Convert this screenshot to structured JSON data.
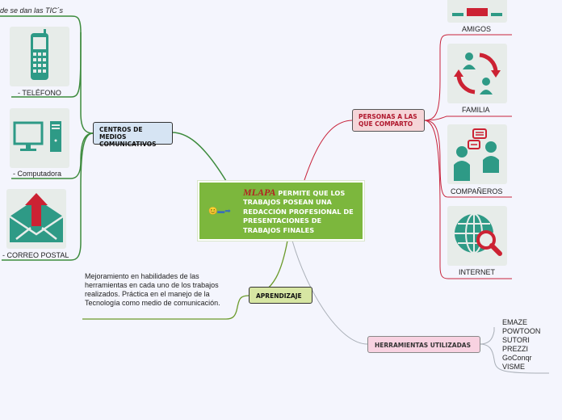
{
  "center": {
    "title_prefix": "MLAPA",
    "title_text": " PERMITE QUE LOS TRABAJOS POSEAN UNA REDACCIÓN PROFESIONAL DE PRESENTACIONES DE TRABAJOS FINALES",
    "icons": [
      "smile-icon",
      "laptop-icon",
      "arrow-right-icon"
    ]
  },
  "left_branch": {
    "topic": "CENTROS DE MEDIOS COMUNICATIVOS",
    "top_note": "de se dan las TIC´s",
    "items": [
      {
        "label": "- TELÉFONO",
        "icon": "mobile-phone-icon"
      },
      {
        "label": "- Computadora",
        "icon": "desktop-computer-icon"
      },
      {
        "label": "- CORREO POSTAL",
        "icon": "mail-envelope-icon"
      }
    ]
  },
  "aprendizaje": {
    "topic": "APRENDIZAJE",
    "note": "Mejoramiento en habilidades de las herramientas en cada uno de los trabajos realizados. Práctica en el manejo de la Tecnología como medio de comunicación."
  },
  "personas": {
    "topic": "PERSONAS A LAS QUE COMPARTO",
    "items": [
      {
        "label": "AMIGOS",
        "icon": "friends-icon"
      },
      {
        "label": "FAMILIA",
        "icon": "family-cycle-icon"
      },
      {
        "label": "COMPAÑEROS",
        "icon": "coworkers-chat-icon"
      },
      {
        "label": "INTERNET",
        "icon": "globe-search-icon"
      }
    ]
  },
  "herramientas": {
    "topic": "HERRAMIENTAS UTILIZADAS",
    "items": [
      "EMAZE",
      "POWTOON",
      "SUTORI",
      "PREZZI",
      "GoConqr",
      "VISME"
    ]
  },
  "colors": {
    "background": "#f4f5fd",
    "center": "#7cb73d",
    "left_topic": "#d6e4f3",
    "aprendizaje_topic": "#d7e6a3",
    "personas_topic": "#f5d5d8",
    "herramientas_topic": "#f8d2e1",
    "left_lines": "#3d8b3d",
    "personas_lines": "#c8243c",
    "teal_icon": "#2e9a86",
    "red_icon": "#cc2233"
  }
}
